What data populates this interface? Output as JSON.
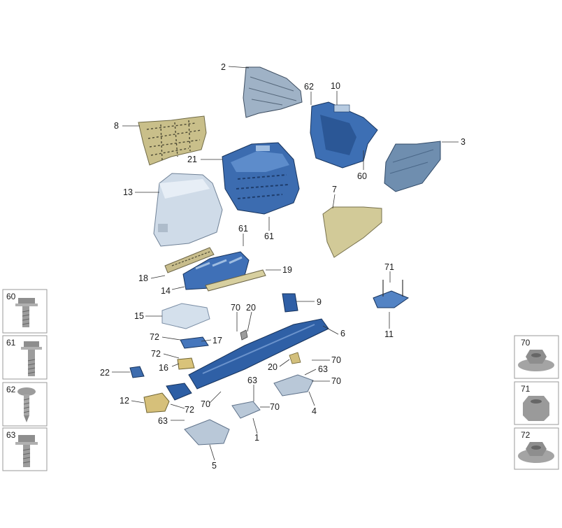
{
  "callouts": {
    "c1": "1",
    "c2": "2",
    "c3": "3",
    "c4": "4",
    "c5": "5",
    "c6": "6",
    "c7": "7",
    "c8": "8",
    "c9": "9",
    "c10": "10",
    "c11": "11",
    "c12": "12",
    "c13": "13",
    "c14": "14",
    "c15": "15",
    "c16": "16",
    "c17": "17",
    "c18": "18",
    "c19": "19",
    "c20a": "20",
    "c20b": "20",
    "c21": "21",
    "c22": "22",
    "c60": "60",
    "c61a": "61",
    "c61b": "61",
    "c62": "62",
    "c63a": "63",
    "c63b": "63",
    "c63c": "63",
    "c70a": "70",
    "c70b": "70",
    "c70c": "70",
    "c70d": "70",
    "c70e": "70",
    "c71": "71",
    "c72a": "72",
    "c72b": "72",
    "c72c": "72"
  },
  "fastener_boxes_left": [
    {
      "label": "60",
      "icon": "flange-bolt-icon"
    },
    {
      "label": "61",
      "icon": "flange-bolt-long-icon"
    },
    {
      "label": "62",
      "icon": "pan-head-screw-icon"
    },
    {
      "label": "63",
      "icon": "hex-bolt-icon"
    }
  ],
  "fastener_boxes_right": [
    {
      "label": "70",
      "icon": "flange-nut-icon"
    },
    {
      "label": "71",
      "icon": "hex-nut-icon"
    },
    {
      "label": "72",
      "icon": "flange-nut-small-icon"
    }
  ],
  "colors": {
    "part_blue": "#3f73b8",
    "part_blue_dark": "#1f4a8a",
    "trim_gray": "#aeb7c2",
    "cover_light": "#d6e2ee",
    "tan": "#d8cfa2",
    "fastener_gray": "#9c9c9c"
  }
}
